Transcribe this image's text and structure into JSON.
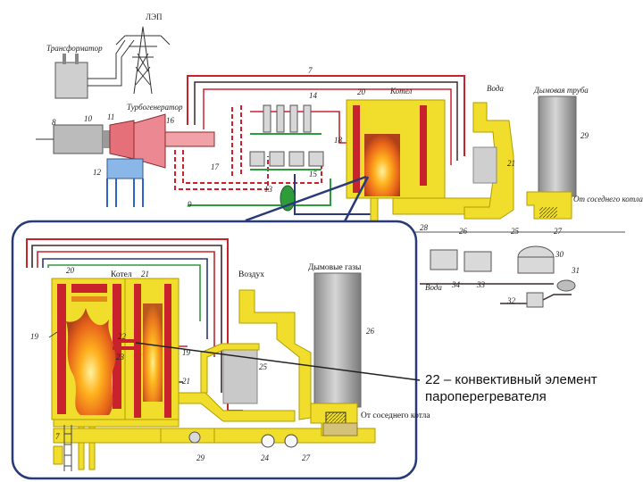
{
  "labels": {
    "lep": "ЛЭП",
    "transformer": "Трансформатор",
    "turbogenerator": "Турбогенератор",
    "boiler_top": "Котел",
    "water_top": "Вода",
    "chimney_top": "Дымовая труба",
    "neighbor_boiler_top": "От соседнего котла",
    "water_top2": "Вода",
    "boiler_zoom": "Котел",
    "air_zoom": "Воздух",
    "flue_gas_zoom": "Дымовые газы",
    "neighbor_boiler_zoom": "От соседнего котла"
  },
  "numbers_top": {
    "n7": "7",
    "n8": "8",
    "n9": "9",
    "n10": "10",
    "n11": "11",
    "n12": "12",
    "n13": "13",
    "n14": "14",
    "n15": "15",
    "n16": "16",
    "n17": "17",
    "n18": "18",
    "n20": "20",
    "n21": "21",
    "n25": "25",
    "n26": "26",
    "n27": "27",
    "n28": "28",
    "n29": "29",
    "n30": "30",
    "n31": "31",
    "n32": "32",
    "n33": "33",
    "n34": "34"
  },
  "numbers_zoom": {
    "n7": "7",
    "n19": "19",
    "n20": "20",
    "n21": "21",
    "n22": "22",
    "n23": "23",
    "n24": "24",
    "n25": "25",
    "n26": "26",
    "n27": "27",
    "n29": "29"
  },
  "caption": {
    "line1": "22 – конвективный элемент",
    "line2": "пароперегревателя"
  },
  "colors": {
    "yellow": "#f1dd2b",
    "yellow_edge": "#b39c00",
    "red_pipe": "#c8232c",
    "dark_pipe": "#3a2a2a",
    "green_pipe": "#2f9c3c",
    "blue_pipe": "#2c64c9",
    "navy_frame": "#283a7a",
    "gray_tank": "#a9a9a9"
  }
}
